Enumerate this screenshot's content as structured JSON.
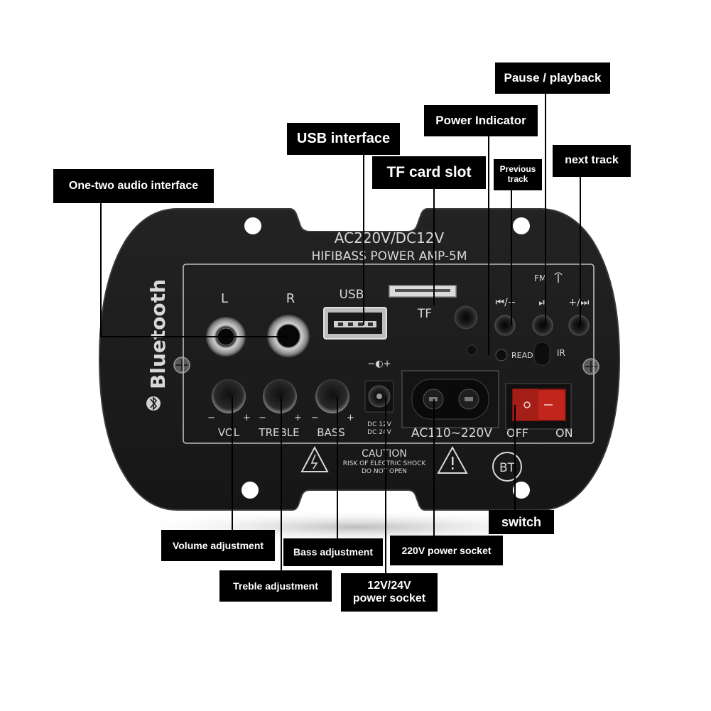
{
  "panel": {
    "model_line1": "AC220V/DC12V",
    "model_line2": "HIFIBASS POWER AMP-5M",
    "brand_vertical": "Bluetooth",
    "label_L": "L",
    "label_R": "R",
    "label_usb": "USB",
    "label_tf": "TF",
    "label_fm": "FM",
    "label_prev": "⏮/−",
    "label_play": "⏯",
    "label_next": "+/⏭",
    "label_read": "READ",
    "label_ir": "IR",
    "label_dc_symbol": "−◐+",
    "label_dc_volts1": "DC 12V",
    "label_dc_volts2": "DC 24V",
    "label_vol": "VOL",
    "label_treble": "TREBLE",
    "label_bass": "BASS",
    "label_ac": "AC110~220V",
    "label_off": "OFF",
    "label_on": "ON",
    "label_minus": "−",
    "label_plus": "+",
    "caution_title": "CAUTION",
    "caution_line1": "RISK OF ELECTRIC SHOCK",
    "caution_line2": "DO NOT OPEN",
    "bt_badge": "BT"
  },
  "callouts": {
    "audio_interface": "One-two audio interface",
    "usb_interface": "USB interface",
    "tf_card_slot": "TF card slot",
    "power_indicator": "Power Indicator",
    "previous_track": "Previous track",
    "pause_playback": "Pause / playback",
    "next_track": "next track",
    "volume_adjustment": "Volume adjustment",
    "treble_adjustment": "Treble adjustment",
    "bass_adjustment": "Bass adjustment",
    "dc_power_socket_line1": "12V/24V",
    "dc_power_socket_line2": "power socket",
    "ac_power_socket": "220V power socket",
    "switch": "switch"
  },
  "colors": {
    "panel": "#1b1b1b",
    "panel_edge": "#2e2e2e",
    "callout_bg": "#000000",
    "callout_text": "#ffffff",
    "print": "#d8d8d8",
    "switch_red": "#c0261c"
  }
}
